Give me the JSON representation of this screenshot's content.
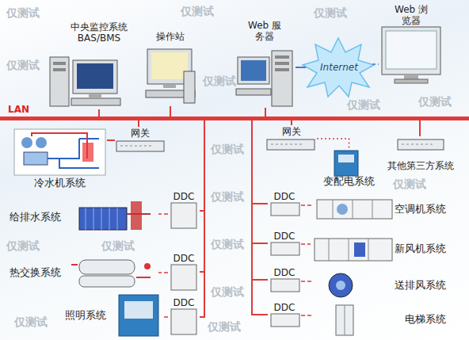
{
  "diagram": {
    "nodes": [
      {
        "text": [
          "中央监控系统 BAS/BMS"
        ]
      },
      {
        "text": [
          "操作站"
        ]
      },
      {
        "text": [
          "Web 服务器"
        ]
      },
      {
        "text": [
          "Internet"
        ]
      },
      {
        "text": [
          "Web 浏览器"
        ]
      },
      {
        "text": [
          "LAN"
        ]
      },
      {
        "text": [
          "网关"
        ]
      },
      {
        "text": [
          "冷水机系统"
        ]
      },
      {
        "text": [
          "DDC"
        ]
      },
      {
        "text": [
          "给排水系统"
        ]
      },
      {
        "text": [
          "DDC"
        ]
      },
      {
        "text": [
          "热交换系统"
        ]
      },
      {
        "text": [
          "DDC"
        ]
      },
      {
        "text": [
          "照明系统"
        ]
      },
      {
        "text": [
          "网关"
        ]
      },
      {
        "text": [
          "变配电系统"
        ]
      },
      {
        "text": [
          "其他第三方系统"
        ]
      },
      {
        "text": [
          "DDC"
        ]
      },
      {
        "text": [
          "空调机系统"
        ]
      },
      {
        "text": [
          "DDC"
        ]
      },
      {
        "text": [
          "新风机系统"
        ]
      },
      {
        "text": [
          "DDC"
        ]
      },
      {
        "text": [
          "送排风系统"
        ]
      },
      {
        "text": [
          "DDC"
        ]
      },
      {
        "text": [
          "电梯系统"
        ]
      }
    ],
    "edges": [
      {
        "from": 0,
        "to": 5,
        "arrow": "none"
      },
      {
        "from": 1,
        "to": 5,
        "arrow": "none"
      },
      {
        "from": 2,
        "to": 5,
        "arrow": "none"
      },
      {
        "from": 2,
        "to": 3,
        "arrow": "none"
      },
      {
        "from": 3,
        "to": 4,
        "arrow": "none"
      },
      {
        "from": 5,
        "to": 6,
        "arrow": "none"
      },
      {
        "from": 6,
        "to": 7,
        "arrow": "none"
      },
      {
        "from": 5,
        "to": 8,
        "arrow": "none"
      },
      {
        "from": 8,
        "to": 9,
        "arrow": "none"
      },
      {
        "from": 5,
        "to": 10,
        "arrow": "none"
      },
      {
        "from": 10,
        "to": 11,
        "arrow": "none"
      },
      {
        "from": 5,
        "to": 12,
        "arrow": "none"
      },
      {
        "from": 12,
        "to": 13,
        "arrow": "none"
      },
      {
        "from": 5,
        "to": 14,
        "arrow": "none"
      },
      {
        "from": 14,
        "to": 15,
        "arrow": "none"
      },
      {
        "from": 5,
        "to": 16,
        "arrow": "none"
      },
      {
        "from": 5,
        "to": 17,
        "arrow": "none"
      },
      {
        "from": 17,
        "to": 18,
        "arrow": "none"
      },
      {
        "from": 5,
        "to": 19,
        "arrow": "none"
      },
      {
        "from": 19,
        "to": 20,
        "arrow": "none"
      },
      {
        "from": 5,
        "to": 21,
        "arrow": "none"
      },
      {
        "from": 21,
        "to": 22,
        "arrow": "none"
      },
      {
        "from": 5,
        "to": 23,
        "arrow": "none"
      },
      {
        "from": 23,
        "to": 24,
        "arrow": "none"
      }
    ],
    "labels": [
      "仅测试",
      "仅测试",
      "仅测试",
      "仅测试",
      "仅测试",
      "仅测试",
      "仅测试",
      "仅测试",
      "仅测试",
      "仅测试",
      "仅测试",
      "仅测试",
      "仅测试",
      "仅测试",
      "仅测试",
      "仅测试"
    ]
  }
}
